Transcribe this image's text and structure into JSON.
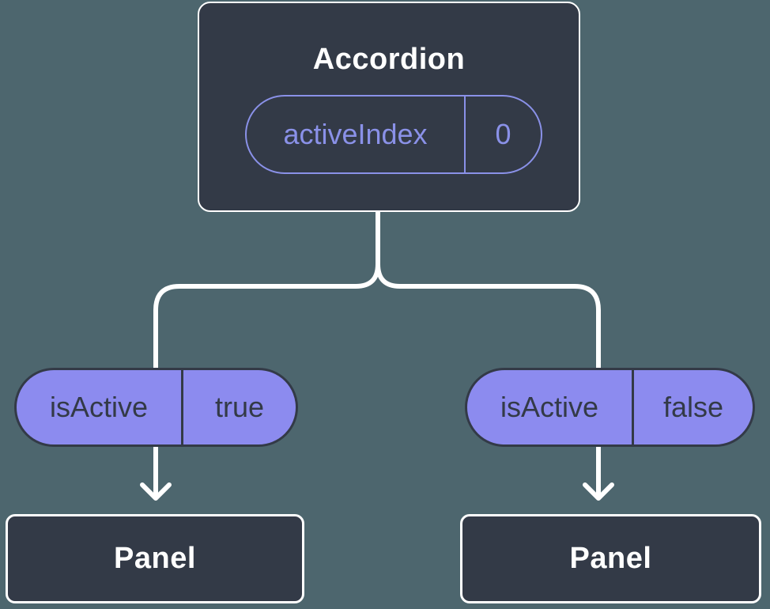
{
  "colors": {
    "background": "#4D666E",
    "node_fill": "#333A47",
    "node_border": "#FFFFFF",
    "node_text": "#FFFFFF",
    "state_accent": "#8A91E8",
    "prop_fill": "#8C8BEF",
    "prop_text": "#333A47",
    "connector": "#FFFFFF"
  },
  "diagram": {
    "type": "component-tree",
    "root": {
      "title": "Accordion",
      "state": {
        "name": "activeIndex",
        "value": "0"
      }
    },
    "children": [
      {
        "prop_name": "isActive",
        "prop_value": "true",
        "title": "Panel"
      },
      {
        "prop_name": "isActive",
        "prop_value": "false",
        "title": "Panel"
      }
    ]
  }
}
